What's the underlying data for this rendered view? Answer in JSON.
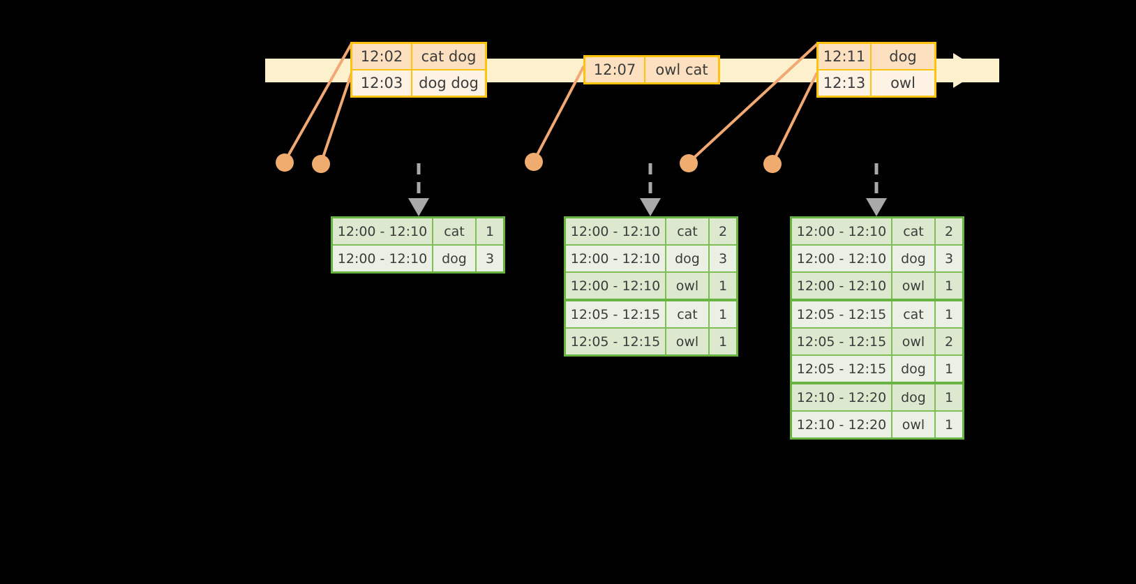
{
  "diagram": {
    "title": "windowed-event-aggregation",
    "colors": {
      "timeline_fill": "#fdf0cd",
      "event_border": "#ffc20e",
      "event_top_fill": "#fde0c0",
      "event_bottom_fill": "#fdf2e4",
      "connector": "#f2a872",
      "dot": "#f0ab6e",
      "table_border": "#67b442",
      "table_row_odd": "#dce9cf",
      "table_row_even": "#eaf1e4",
      "arrow": "#a9a9a9",
      "background": "#000000"
    }
  },
  "timeline": {
    "name": "event-stream-timeline",
    "events": [
      {
        "id": "event-group-1",
        "rows": [
          {
            "time": "12:02",
            "words": "cat dog"
          },
          {
            "time": "12:03",
            "words": "dog dog"
          }
        ]
      },
      {
        "id": "event-group-2",
        "rows": [
          {
            "time": "12:07",
            "words": "owl cat"
          }
        ]
      },
      {
        "id": "event-group-3",
        "rows": [
          {
            "time": "12:11",
            "words": "dog"
          },
          {
            "time": "12:13",
            "words": "owl"
          }
        ]
      }
    ]
  },
  "tables": [
    {
      "id": "result-table-1",
      "rows": [
        {
          "window": "12:00 - 12:10",
          "word": "cat",
          "count": "1",
          "group": 0
        },
        {
          "window": "12:00 - 12:10",
          "word": "dog",
          "count": "3",
          "group": 0
        }
      ]
    },
    {
      "id": "result-table-2",
      "rows": [
        {
          "window": "12:00 - 12:10",
          "word": "cat",
          "count": "2",
          "group": 0
        },
        {
          "window": "12:00 - 12:10",
          "word": "dog",
          "count": "3",
          "group": 0
        },
        {
          "window": "12:00 - 12:10",
          "word": "owl",
          "count": "1",
          "group": 0
        },
        {
          "window": "12:05 - 12:15",
          "word": "cat",
          "count": "1",
          "group": 1
        },
        {
          "window": "12:05 - 12:15",
          "word": "owl",
          "count": "1",
          "group": 1
        }
      ]
    },
    {
      "id": "result-table-3",
      "rows": [
        {
          "window": "12:00 - 12:10",
          "word": "cat",
          "count": "2",
          "group": 0
        },
        {
          "window": "12:00 - 12:10",
          "word": "dog",
          "count": "3",
          "group": 0
        },
        {
          "window": "12:00 - 12:10",
          "word": "owl",
          "count": "1",
          "group": 0
        },
        {
          "window": "12:05 - 12:15",
          "word": "cat",
          "count": "1",
          "group": 1
        },
        {
          "window": "12:05 - 12:15",
          "word": "owl",
          "count": "2",
          "group": 1
        },
        {
          "window": "12:05 - 12:15",
          "word": "dog",
          "count": "1",
          "group": 1
        },
        {
          "window": "12:10 - 12:20",
          "word": "dog",
          "count": "1",
          "group": 2
        },
        {
          "window": "12:10 - 12:20",
          "word": "owl",
          "count": "1",
          "group": 2
        }
      ]
    }
  ]
}
